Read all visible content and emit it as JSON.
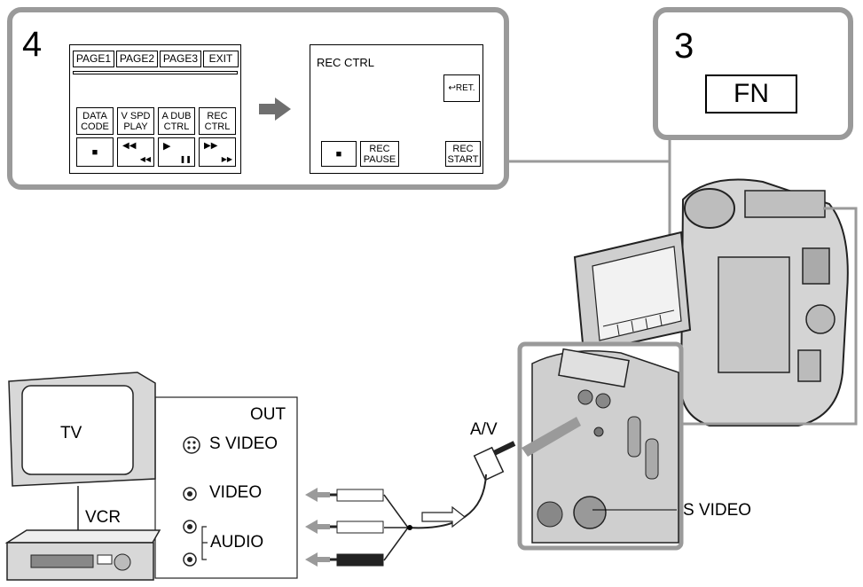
{
  "step4": {
    "number": "4",
    "menu_screen": {
      "tabs": [
        "PAGE1",
        "PAGE2",
        "PAGE3",
        "EXIT"
      ],
      "buttons_row1": [
        "DATA\nCODE",
        "V  SPD\nPLAY",
        "A  DUB\nCTRL",
        "REC\nCTRL"
      ],
      "stop_glyph": "■",
      "rew_glyph": "◀◀",
      "play_glyph": "▶",
      "pause_glyph": "❚❚",
      "ff_glyph": "▶▶"
    },
    "rec_ctrl_screen": {
      "title": "REC CTRL",
      "ret_label": "RET.",
      "ret_glyph": "↩",
      "stop_glyph": "■",
      "rec_pause": "REC\nPAUSE",
      "rec_start": "REC\nSTART"
    }
  },
  "step3": {
    "number": "3",
    "fn_button": "FN"
  },
  "tv": {
    "label": "TV"
  },
  "vcr": {
    "label": "VCR"
  },
  "out_panel": {
    "title": "OUT",
    "s_video": "S VIDEO",
    "video": "VIDEO",
    "audio": "AUDIO"
  },
  "camera": {
    "av_label": "A/V",
    "s_video_label": "S VIDEO"
  },
  "colors": {
    "panel_border": "#9a9a9a",
    "camera_body": "#cfcfcf",
    "cable_gray": "#9a9a9a"
  }
}
